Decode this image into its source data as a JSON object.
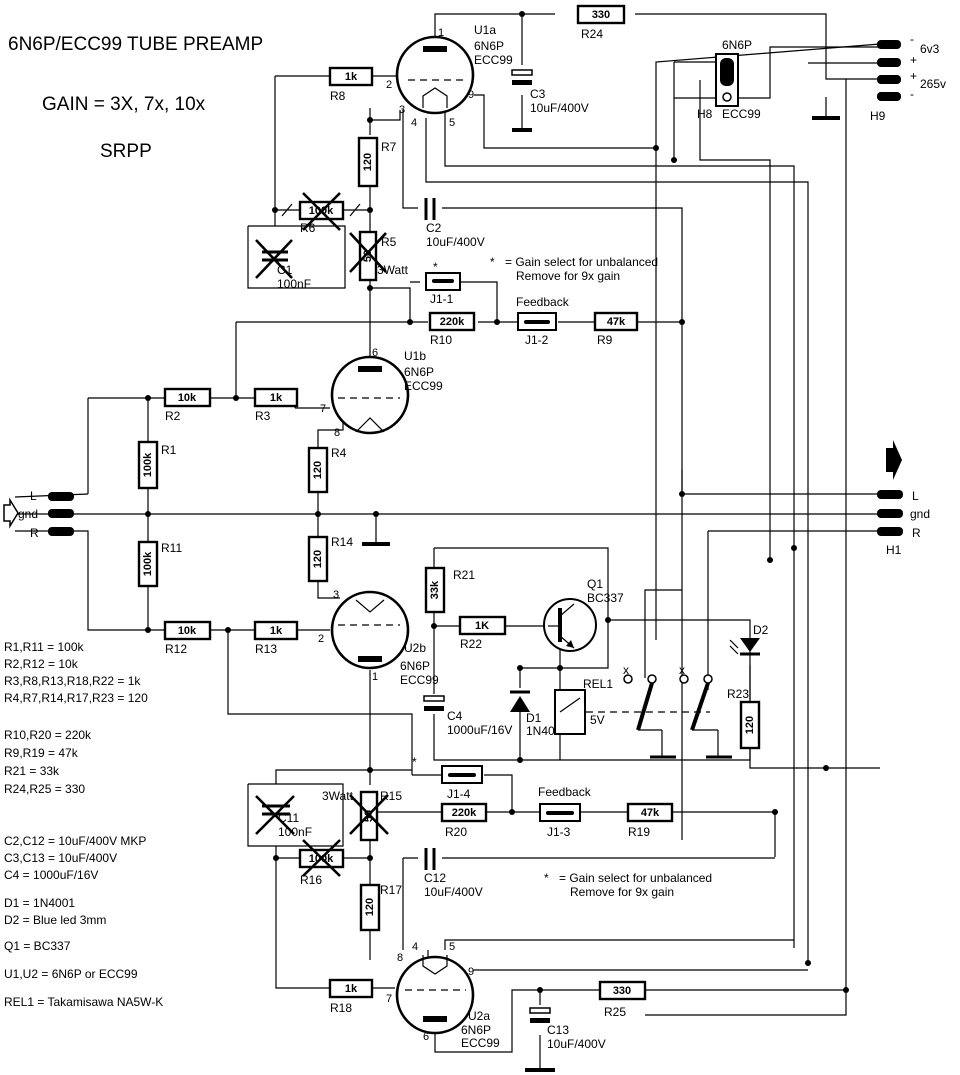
{
  "title": "6N6P/ECC99 TUBE PREAMP",
  "gain": "GAIN = 3X, 7x, 10x",
  "topology": "SRPP",
  "resistors": [
    {
      "ref": "R24",
      "value": "330"
    },
    {
      "ref": "R8",
      "value": "1k"
    },
    {
      "ref": "R7",
      "value": "120"
    },
    {
      "ref": "R6",
      "value": "100k"
    },
    {
      "ref": "R5",
      "value": "50"
    },
    {
      "ref": "R10",
      "value": "220k"
    },
    {
      "ref": "R9",
      "value": "47k"
    },
    {
      "ref": "R2",
      "value": "10k"
    },
    {
      "ref": "R3",
      "value": "1k"
    },
    {
      "ref": "R1",
      "value": "100k"
    },
    {
      "ref": "R4",
      "value": "120"
    },
    {
      "ref": "R14",
      "value": "120"
    },
    {
      "ref": "R11",
      "value": "100k"
    },
    {
      "ref": "R21",
      "value": "33k"
    },
    {
      "ref": "R22",
      "value": "1K"
    },
    {
      "ref": "R12",
      "value": "10k"
    },
    {
      "ref": "R13",
      "value": "1k"
    },
    {
      "ref": "R23",
      "value": "120"
    },
    {
      "ref": "R15",
      "value": "50"
    },
    {
      "ref": "R20",
      "value": "220k"
    },
    {
      "ref": "R19",
      "value": "47k"
    },
    {
      "ref": "R16",
      "value": "100k"
    },
    {
      "ref": "R17",
      "value": "120"
    },
    {
      "ref": "R18",
      "value": "1k"
    },
    {
      "ref": "R25",
      "value": "330"
    }
  ],
  "labels": {
    "u1a": "U1a",
    "u1a_type1": "6N6P",
    "u1a_type2": "ECC99",
    "u1b": "U1b",
    "u1b_type1": "6N6P",
    "u1b_type2": "ECC99",
    "u2b": "U2b",
    "u2b_type1": "6N6P",
    "u2b_type2": "ECC99",
    "u2a": "U2a",
    "u2a_type1": "6N6P",
    "u2a_type2": "ECC99",
    "c3": "C3",
    "c3_val": "10uF/400V",
    "c2": "C2",
    "c2_val": "10uF/400V",
    "c1": "C1",
    "c1_val": "100nF",
    "c11": "C11",
    "c11_val": "100nF",
    "c12": "C12",
    "c12_val": "10uF/400V",
    "c13": "C13",
    "c13_val": "10uF/400V",
    "c4": "C4",
    "c4_val": "1000uF/16V",
    "r5_watt": "3Watt",
    "r15_watt": "3Watt",
    "j11": "J1-1",
    "j12": "J1-2",
    "j13": "J1-3",
    "j14": "J1-4",
    "feedback1": "Feedback",
    "feedback2": "Feedback",
    "star": "*",
    "gain_note1": "= Gain select for unbalanced",
    "gain_note2": "Remove for 9x gain",
    "q1": "Q1",
    "q1_type": "BC337",
    "d1": "D1",
    "d1_type": "1N4001",
    "d2": "D2",
    "rel1": "REL1",
    "rel1_v": "5V",
    "h8": "H8",
    "h8_top": "6N6P",
    "h8_bot": "ECC99",
    "h9": "H9",
    "h1": "H1",
    "h9_p1": "6v3",
    "h9_p2": "265v",
    "minus": "-",
    "plus": "+",
    "in_L": "L",
    "in_gnd": "gnd",
    "in_R": "R",
    "out_L": "L",
    "out_gnd": "gnd",
    "out_R": "R",
    "pins": [
      "1",
      "2",
      "3",
      "4",
      "5",
      "9",
      "6",
      "7",
      "8",
      "3",
      "2",
      "1",
      "4",
      "5",
      "8",
      "9",
      "7",
      "6"
    ],
    "x_mark": "x"
  },
  "parts_list": [
    "R1,R11 = 100k",
    "R2,R12 = 10k",
    "R3,R8,R13,R18,R22 = 1k",
    "R4,R7,R14,R17,R23 = 120",
    "R10,R20 = 220k",
    "R9,R19 = 47k",
    "R21 = 33k",
    "R24,R25 = 330",
    "C2,C12 = 10uF/400V MKP",
    "C3,C13 = 10uF/400V",
    "C4 = 1000uF/16V",
    "D1 = 1N4001",
    "D2 = Blue led 3mm",
    "Q1 = BC337",
    "U1,U2 = 6N6P or ECC99",
    "REL1 = Takamisawa NA5W-K"
  ]
}
